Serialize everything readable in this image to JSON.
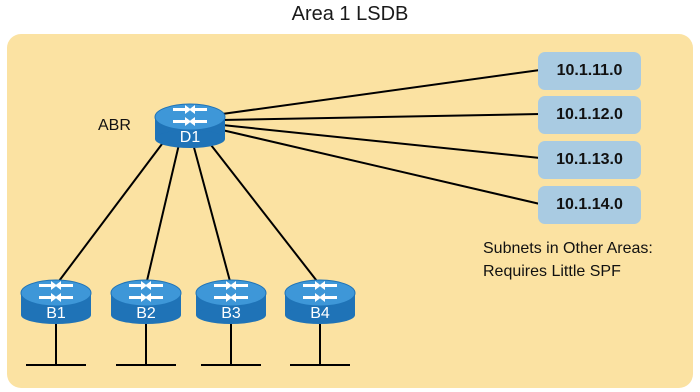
{
  "title": "Area 1 LSDB",
  "abr_label": "ABR",
  "routers": {
    "abr": "D1",
    "internal": [
      "B1",
      "B2",
      "B3",
      "B4"
    ]
  },
  "subnets": [
    "10.1.11.0",
    "10.1.12.0",
    "10.1.13.0",
    "10.1.14.0"
  ],
  "note": {
    "line1": "Subnets in Other Areas:",
    "line2": "Requires Little SPF"
  },
  "colors": {
    "area_fill": "#fbe2a2",
    "subnet_box": "#a9cbe2",
    "router_body": "#1f73b7",
    "router_top": "#3e97d8"
  },
  "icons": {
    "router": "router-icon"
  }
}
